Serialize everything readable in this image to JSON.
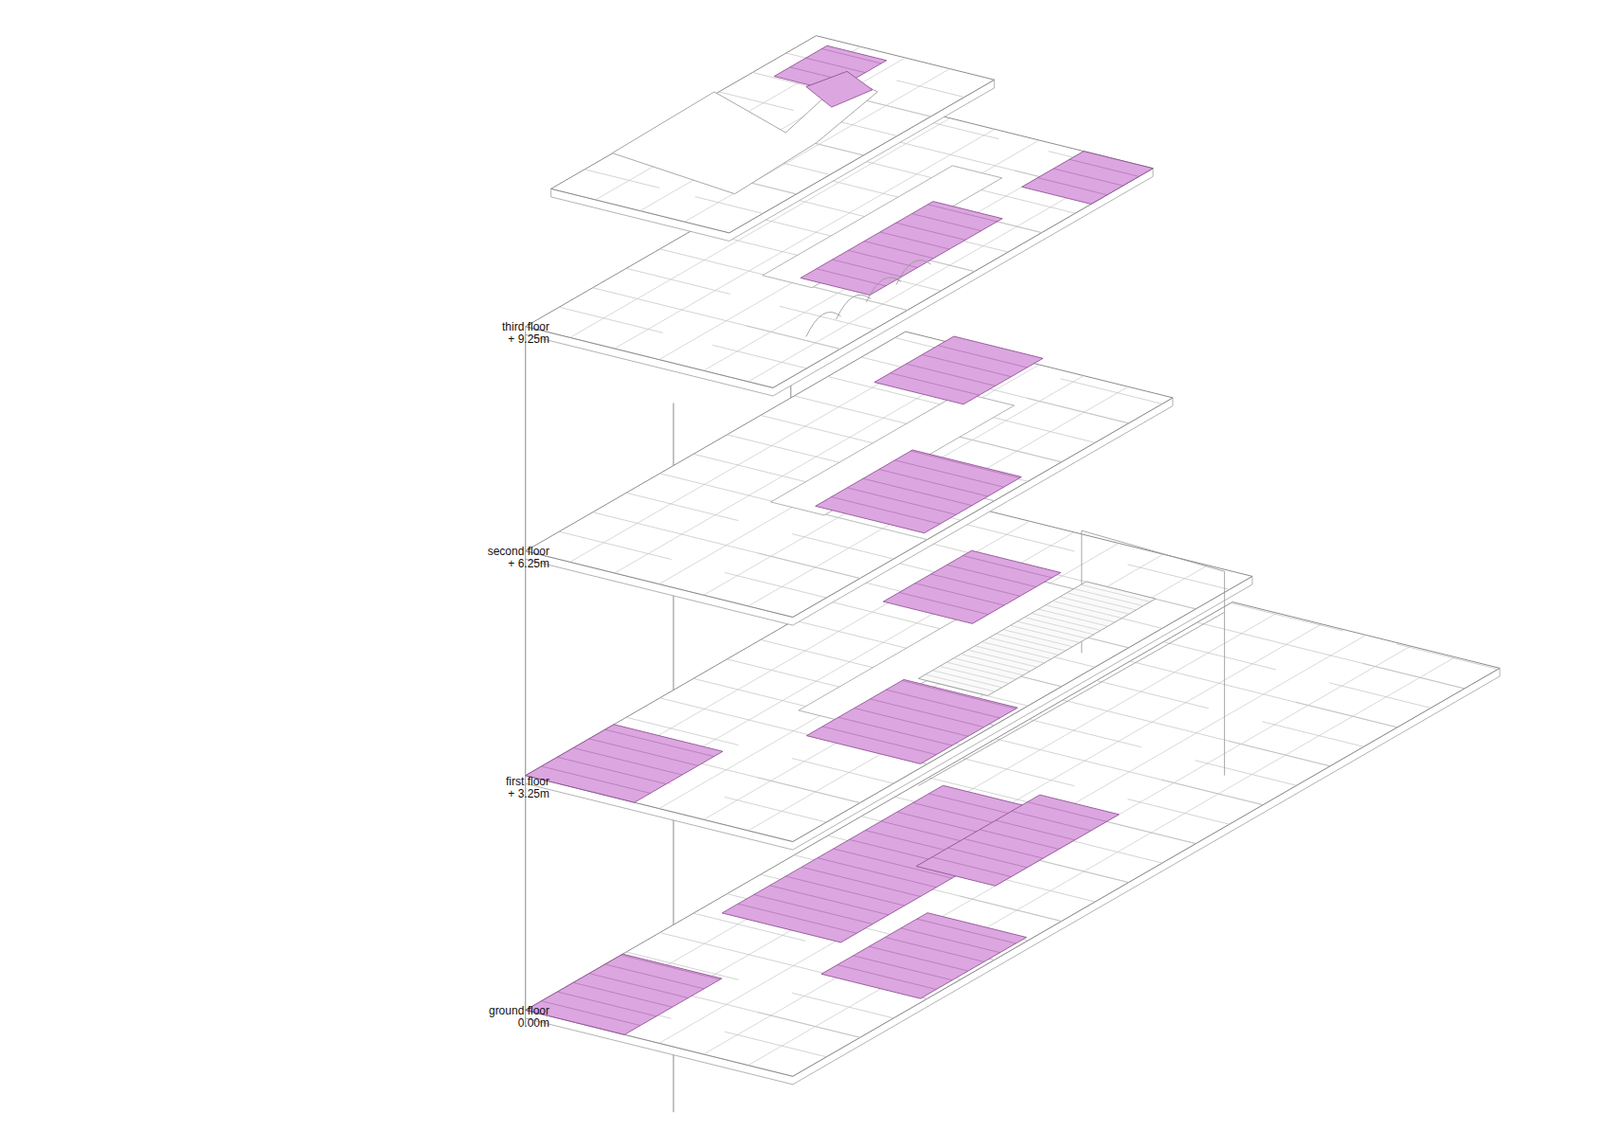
{
  "diagram": {
    "labels": [
      "third floor + 9.25m",
      "second floor + 6.25m",
      "first floor + 3.25m",
      "ground floor 0.00m"
    ]
  }
}
